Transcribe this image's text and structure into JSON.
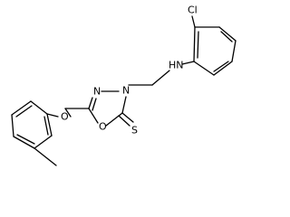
{
  "molecule": {
    "atoms": {
      "chlorine": "Cl",
      "amine": "HN",
      "ring_nitrogen_upper": "N",
      "ring_nitrogen_n3": "N",
      "ring_oxygen": "O",
      "ether_oxygen": "O",
      "thione_sulfur": "S"
    }
  }
}
